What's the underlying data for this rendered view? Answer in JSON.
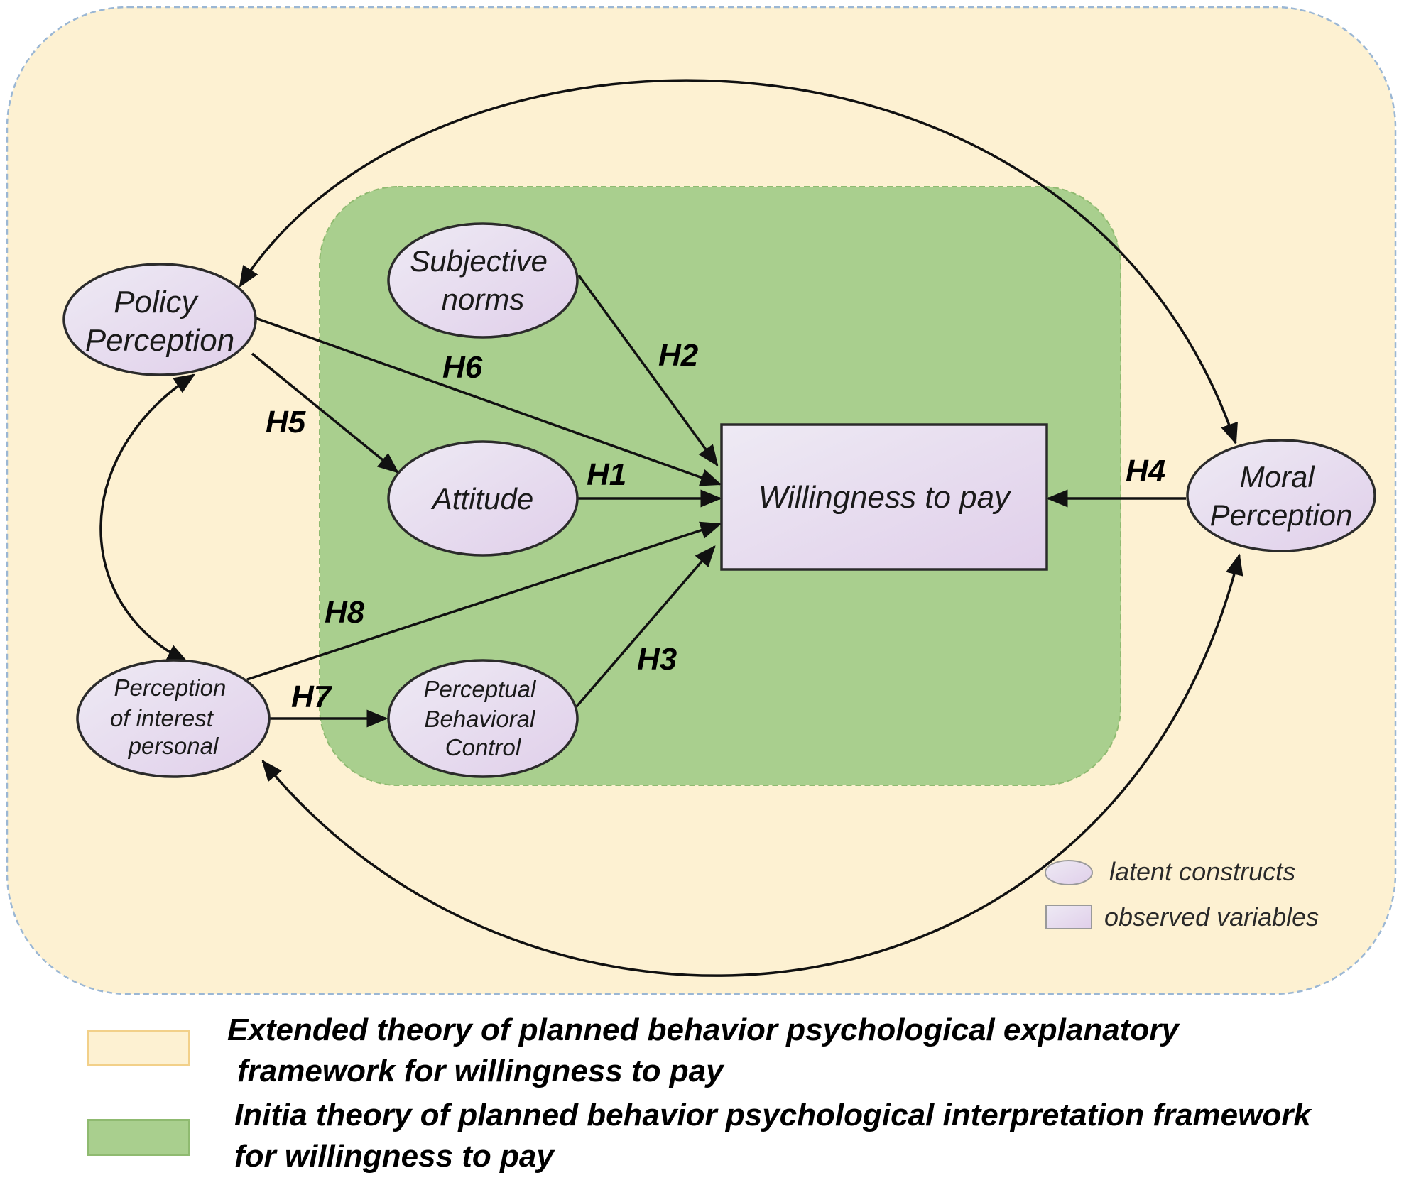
{
  "colors": {
    "extended_fill": "#fdf1d2",
    "extended_border": "#9bb7d4",
    "initial_fill": "#a9cf8e",
    "initial_border": "#8fba70",
    "node_fill": "#e7ddf0",
    "node_stroke": "#2b2b2b",
    "arrow": "#111111"
  },
  "nodes": {
    "policy_perception": [
      "Policy",
      "Perception"
    ],
    "subjective_norms": [
      "Subjective",
      "norms"
    ],
    "attitude": [
      "Attitude"
    ],
    "willingness_to_pay": [
      "Willingness to pay"
    ],
    "moral_perception": [
      "Moral",
      "Perception"
    ],
    "perception_interest": [
      "Perception",
      "of interest",
      "personal"
    ],
    "perceptual_control": [
      "Perceptual",
      "Behavioral",
      "Control"
    ]
  },
  "hypotheses": {
    "h1": "H1",
    "h2": "H2",
    "h3": "H3",
    "h4": "H4",
    "h5": "H5",
    "h6": "H6",
    "h7": "H7",
    "h8": "H8"
  },
  "node_legend": {
    "latent": "latent constructs",
    "observed": "observed variables"
  },
  "framework_legend": {
    "extended_line1": "Extended theory of planned behavior psychological explanatory",
    "extended_line2": "framework for willingness to pay",
    "initial_line1": "Initia theory of planned behavior psychological interpretation framework",
    "initial_line2": "for willingness to pay"
  }
}
